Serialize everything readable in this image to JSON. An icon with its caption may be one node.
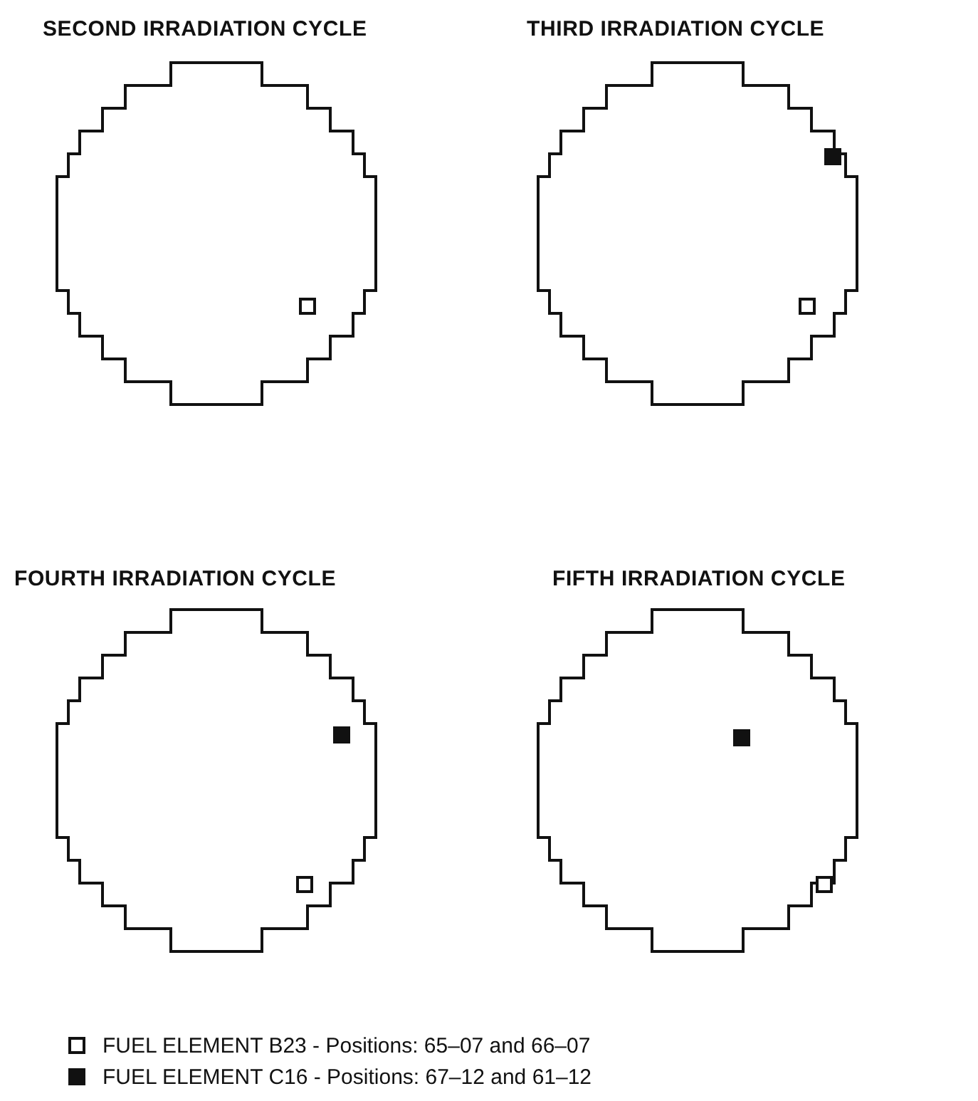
{
  "diagram": {
    "nodes": [
      {
        "text": [
          "SECOND IRRADIATION CYCLE"
        ]
      },
      {
        "text": [
          "THIRD IRRADIATION CYCLE"
        ]
      },
      {
        "text": [
          "FOURTH IRRADIATION CYCLE"
        ]
      },
      {
        "text": [
          "FIFTH IRRADIATION CYCLE"
        ]
      }
    ],
    "legend": [
      {
        "text": "FUEL ELEMENT B23 - Positions: 65–07 and 66–07"
      },
      {
        "text": "FUEL ELEMENT C16 - Positions: 67–12 and 61–12"
      }
    ]
  }
}
